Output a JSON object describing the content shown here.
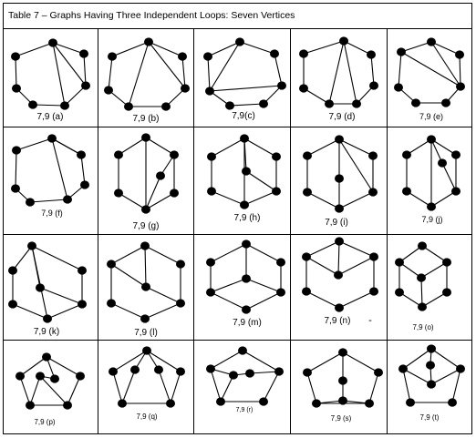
{
  "table": {
    "title": "Table 7 – Graphs Having Three Independent Loops: Seven Vertices",
    "cells": [
      {
        "id": "a",
        "label": "7,9 (a)"
      },
      {
        "id": "b",
        "label": "7,9 (b)"
      },
      {
        "id": "c",
        "label": "7,9(c)"
      },
      {
        "id": "d",
        "label": "7,9 (d)"
      },
      {
        "id": "e",
        "label": "7,9 (e)"
      },
      {
        "id": "f",
        "label": "7,9 (f)"
      },
      {
        "id": "g",
        "label": "7,9 (g)"
      },
      {
        "id": "h",
        "label": "7,9 (h)"
      },
      {
        "id": "i",
        "label": "7,9 (i)"
      },
      {
        "id": "j",
        "label": "7,9 (j)"
      },
      {
        "id": "k",
        "label": "7,9 (k)"
      },
      {
        "id": "l",
        "label": "7,9 (l)"
      },
      {
        "id": "m",
        "label": "7,9 (m)"
      },
      {
        "id": "n",
        "label": "7,9 (n)"
      },
      {
        "id": "o",
        "label": "7,9 (o)"
      },
      {
        "id": "p",
        "label": "7,9 (p)"
      },
      {
        "id": "q",
        "label": "7,9 (q)"
      },
      {
        "id": "r",
        "label": "7,9 (r)"
      },
      {
        "id": "s",
        "label": "7,9 (s)"
      },
      {
        "id": "t",
        "label": "7,9 (t)"
      }
    ],
    "stray_mark": "-"
  }
}
